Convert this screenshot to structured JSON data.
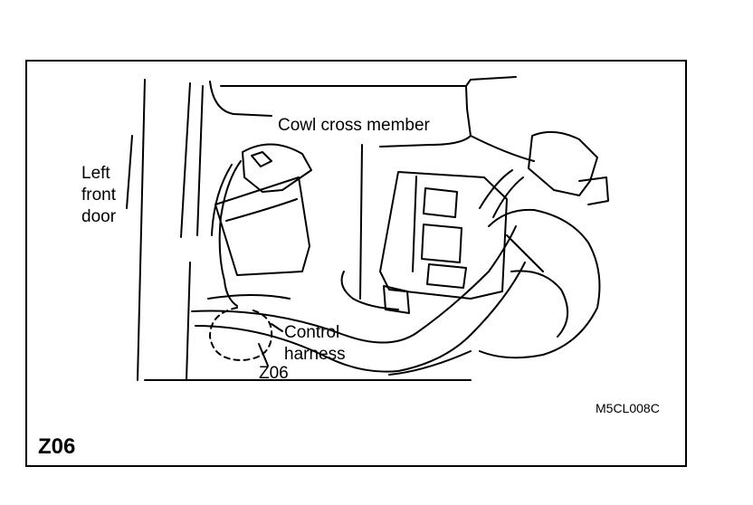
{
  "labels": {
    "cowl_cross_member": "Cowl cross member",
    "left_front_door": [
      "Left",
      "front",
      "door"
    ],
    "control_harness": [
      "Control",
      "harness"
    ],
    "z06_callout": "Z06"
  },
  "figure": {
    "code": "M5CL008C",
    "tag": "Z06"
  }
}
